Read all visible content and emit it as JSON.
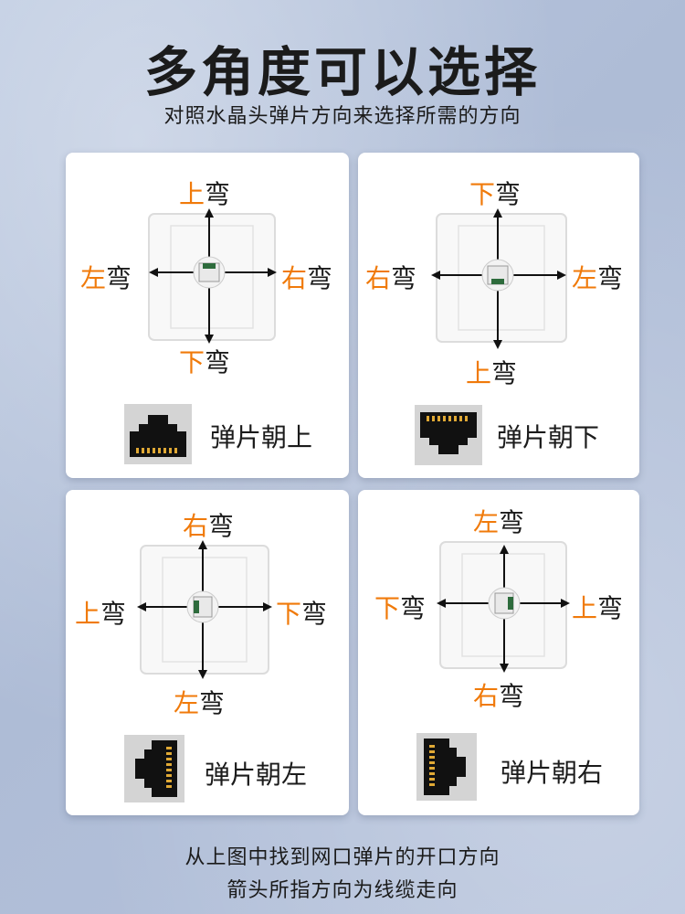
{
  "title": "多角度可以选择",
  "subtitle": "对照水晶头弹片方向来选择所需的方向",
  "bend_suffix": "弯",
  "cards": [
    {
      "top": "上",
      "bottom": "下",
      "left": "左",
      "right": "右",
      "caption": "弹片朝上",
      "clip": "up"
    },
    {
      "top": "下",
      "bottom": "上",
      "left": "右",
      "right": "左",
      "caption": "弹片朝下",
      "clip": "down"
    },
    {
      "top": "右",
      "bottom": "左",
      "left": "上",
      "right": "下",
      "caption": "弹片朝左",
      "clip": "left"
    },
    {
      "top": "左",
      "bottom": "右",
      "left": "下",
      "right": "上",
      "caption": "弹片朝右",
      "clip": "right"
    }
  ],
  "footer": {
    "line1": "从上图中找到网口弹片的开口方向",
    "line2": "箭头所指方向为线缆走向"
  },
  "colors": {
    "accent": "#f07a0a",
    "text": "#1b1b1b",
    "card": "#ffffff"
  }
}
